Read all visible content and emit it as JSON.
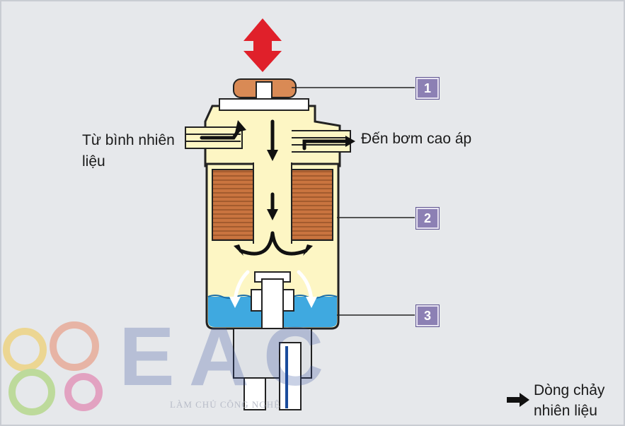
{
  "labels": {
    "from_tank_line1": "Từ bình nhiên",
    "from_tank_line2": "liệu",
    "to_pump": "Đến bơm cao áp",
    "legend_line1": "Dòng chảy",
    "legend_line2": "nhiên liệu"
  },
  "callouts": [
    "1",
    "2",
    "3"
  ],
  "watermark": {
    "letters": "EAC",
    "tagline": "LÀM CHỦ CÔNG NGHỆ"
  },
  "colors": {
    "background": "#e6e8eb",
    "fuel": "#fdf6c4",
    "water": "#3fa9e0",
    "filter_element": "#c9743f",
    "cap": "#d98a55",
    "arrow_red": "#e0202a",
    "callout_box": "#8c80b4"
  }
}
